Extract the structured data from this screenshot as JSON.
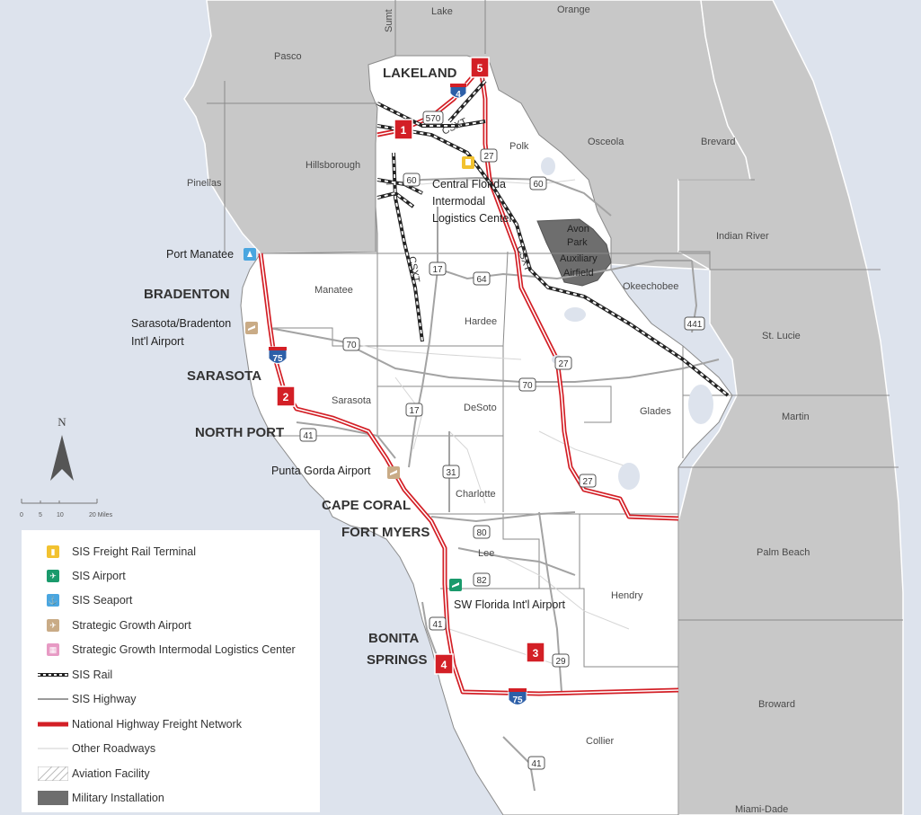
{
  "counties": {
    "lake": "Lake",
    "sumter": "Sumt",
    "orange": "Orange",
    "pasco": "Pasco",
    "hillsborough": "Hillsborough",
    "pinellas": "Pinellas",
    "polk": "Polk",
    "osceola": "Osceola",
    "brevard": "Brevard",
    "indian_river": "Indian River",
    "manatee": "Manatee",
    "hardee": "Hardee",
    "okeechobee": "Okeechobee",
    "st_lucie": "St. Lucie",
    "sarasota": "Sarasota",
    "desoto": "DeSoto",
    "glades": "Glades",
    "martin": "Martin",
    "charlotte": "Charlotte",
    "lee": "Lee",
    "hendry": "Hendry",
    "palm_beach": "Palm Beach",
    "collier": "Collier",
    "broward": "Broward",
    "miami_dade": "Miami-Dade"
  },
  "cities": {
    "lakeland": "LAKELAND",
    "bradenton": "BRADENTON",
    "sarasota": "SARASOTA",
    "north_port": "NORTH PORT",
    "cape_coral": "CAPE CORAL",
    "fort_myers": "FORT MYERS",
    "bonita_1": "BONITA",
    "bonita_2": "SPRINGS"
  },
  "facilities": {
    "cfilc_1": "Central Florida",
    "cfilc_2": "Intermodal",
    "cfilc_3": "Logistics Center",
    "port_manatee": "Port Manatee",
    "srq_1": "Sarasota/Bradenton",
    "srq_2": "Int'l Airport",
    "punta_gorda": "Punta Gorda Airport",
    "swfl": "SW Florida Int'l Airport",
    "avon_1": "Avon",
    "avon_2": "Park",
    "avon_3": "Auxiliary",
    "avon_4": "Airfield"
  },
  "hubs": [
    "1",
    "2",
    "3",
    "4",
    "5"
  ],
  "routes": {
    "i4": "4",
    "i75_a": "75",
    "i75_b": "75",
    "r570": "570",
    "r27_a": "27",
    "r27_b": "27",
    "r27_c": "27",
    "r60_a": "60",
    "r60_b": "60",
    "r17_a": "17",
    "r17_b": "17",
    "r64": "64",
    "r70_a": "70",
    "r70_b": "70",
    "r441": "441",
    "r41_a": "41",
    "r41_b": "41",
    "r41_c": "41",
    "r31": "31",
    "r80": "80",
    "r82": "82",
    "r29": "29"
  },
  "rail_labels": [
    "CSXT",
    "CSXT",
    "CSXT"
  ],
  "north": "N",
  "scale": {
    "ticks": [
      "0",
      "5",
      "10",
      "20 Miles"
    ]
  },
  "legend": [
    {
      "label": "SIS Freight Rail Terminal",
      "icon": "rail-terminal-icon",
      "color": "#f2c230"
    },
    {
      "label": "SIS Airport",
      "icon": "airport-icon",
      "color": "#1a9a6c"
    },
    {
      "label": "SIS Seaport",
      "icon": "seaport-icon",
      "color": "#4aa6e0"
    },
    {
      "label": "Strategic Growth Airport",
      "icon": "growth-airport-icon",
      "color": "#c9ab86"
    },
    {
      "label": "Strategic Growth Intermodal Logistics Center",
      "icon": "growth-ilc-icon",
      "color": "#e79ac4"
    },
    {
      "label": "SIS Rail",
      "icon": "sis-rail-line",
      "color": "#222222"
    },
    {
      "label": "SIS Highway",
      "icon": "sis-highway-line",
      "color": "#9a9a9a"
    },
    {
      "label": "National Highway Freight Network",
      "icon": "nhfn-line",
      "color": "#d31f26"
    },
    {
      "label": "Other Roadways",
      "icon": "other-road-line",
      "color": "#d0d0d0"
    },
    {
      "label": "Aviation Facility",
      "icon": "aviation-hatch",
      "color": "#bbbbbb"
    },
    {
      "label": "Military Installation",
      "icon": "military-fill",
      "color": "#6e6e6e"
    }
  ],
  "colors": {
    "water": "#dde3ed",
    "region": "#ffffff",
    "outside": "#c8c8c8",
    "nhfn": "#d31f26",
    "interstate": "#2d5fa8"
  }
}
